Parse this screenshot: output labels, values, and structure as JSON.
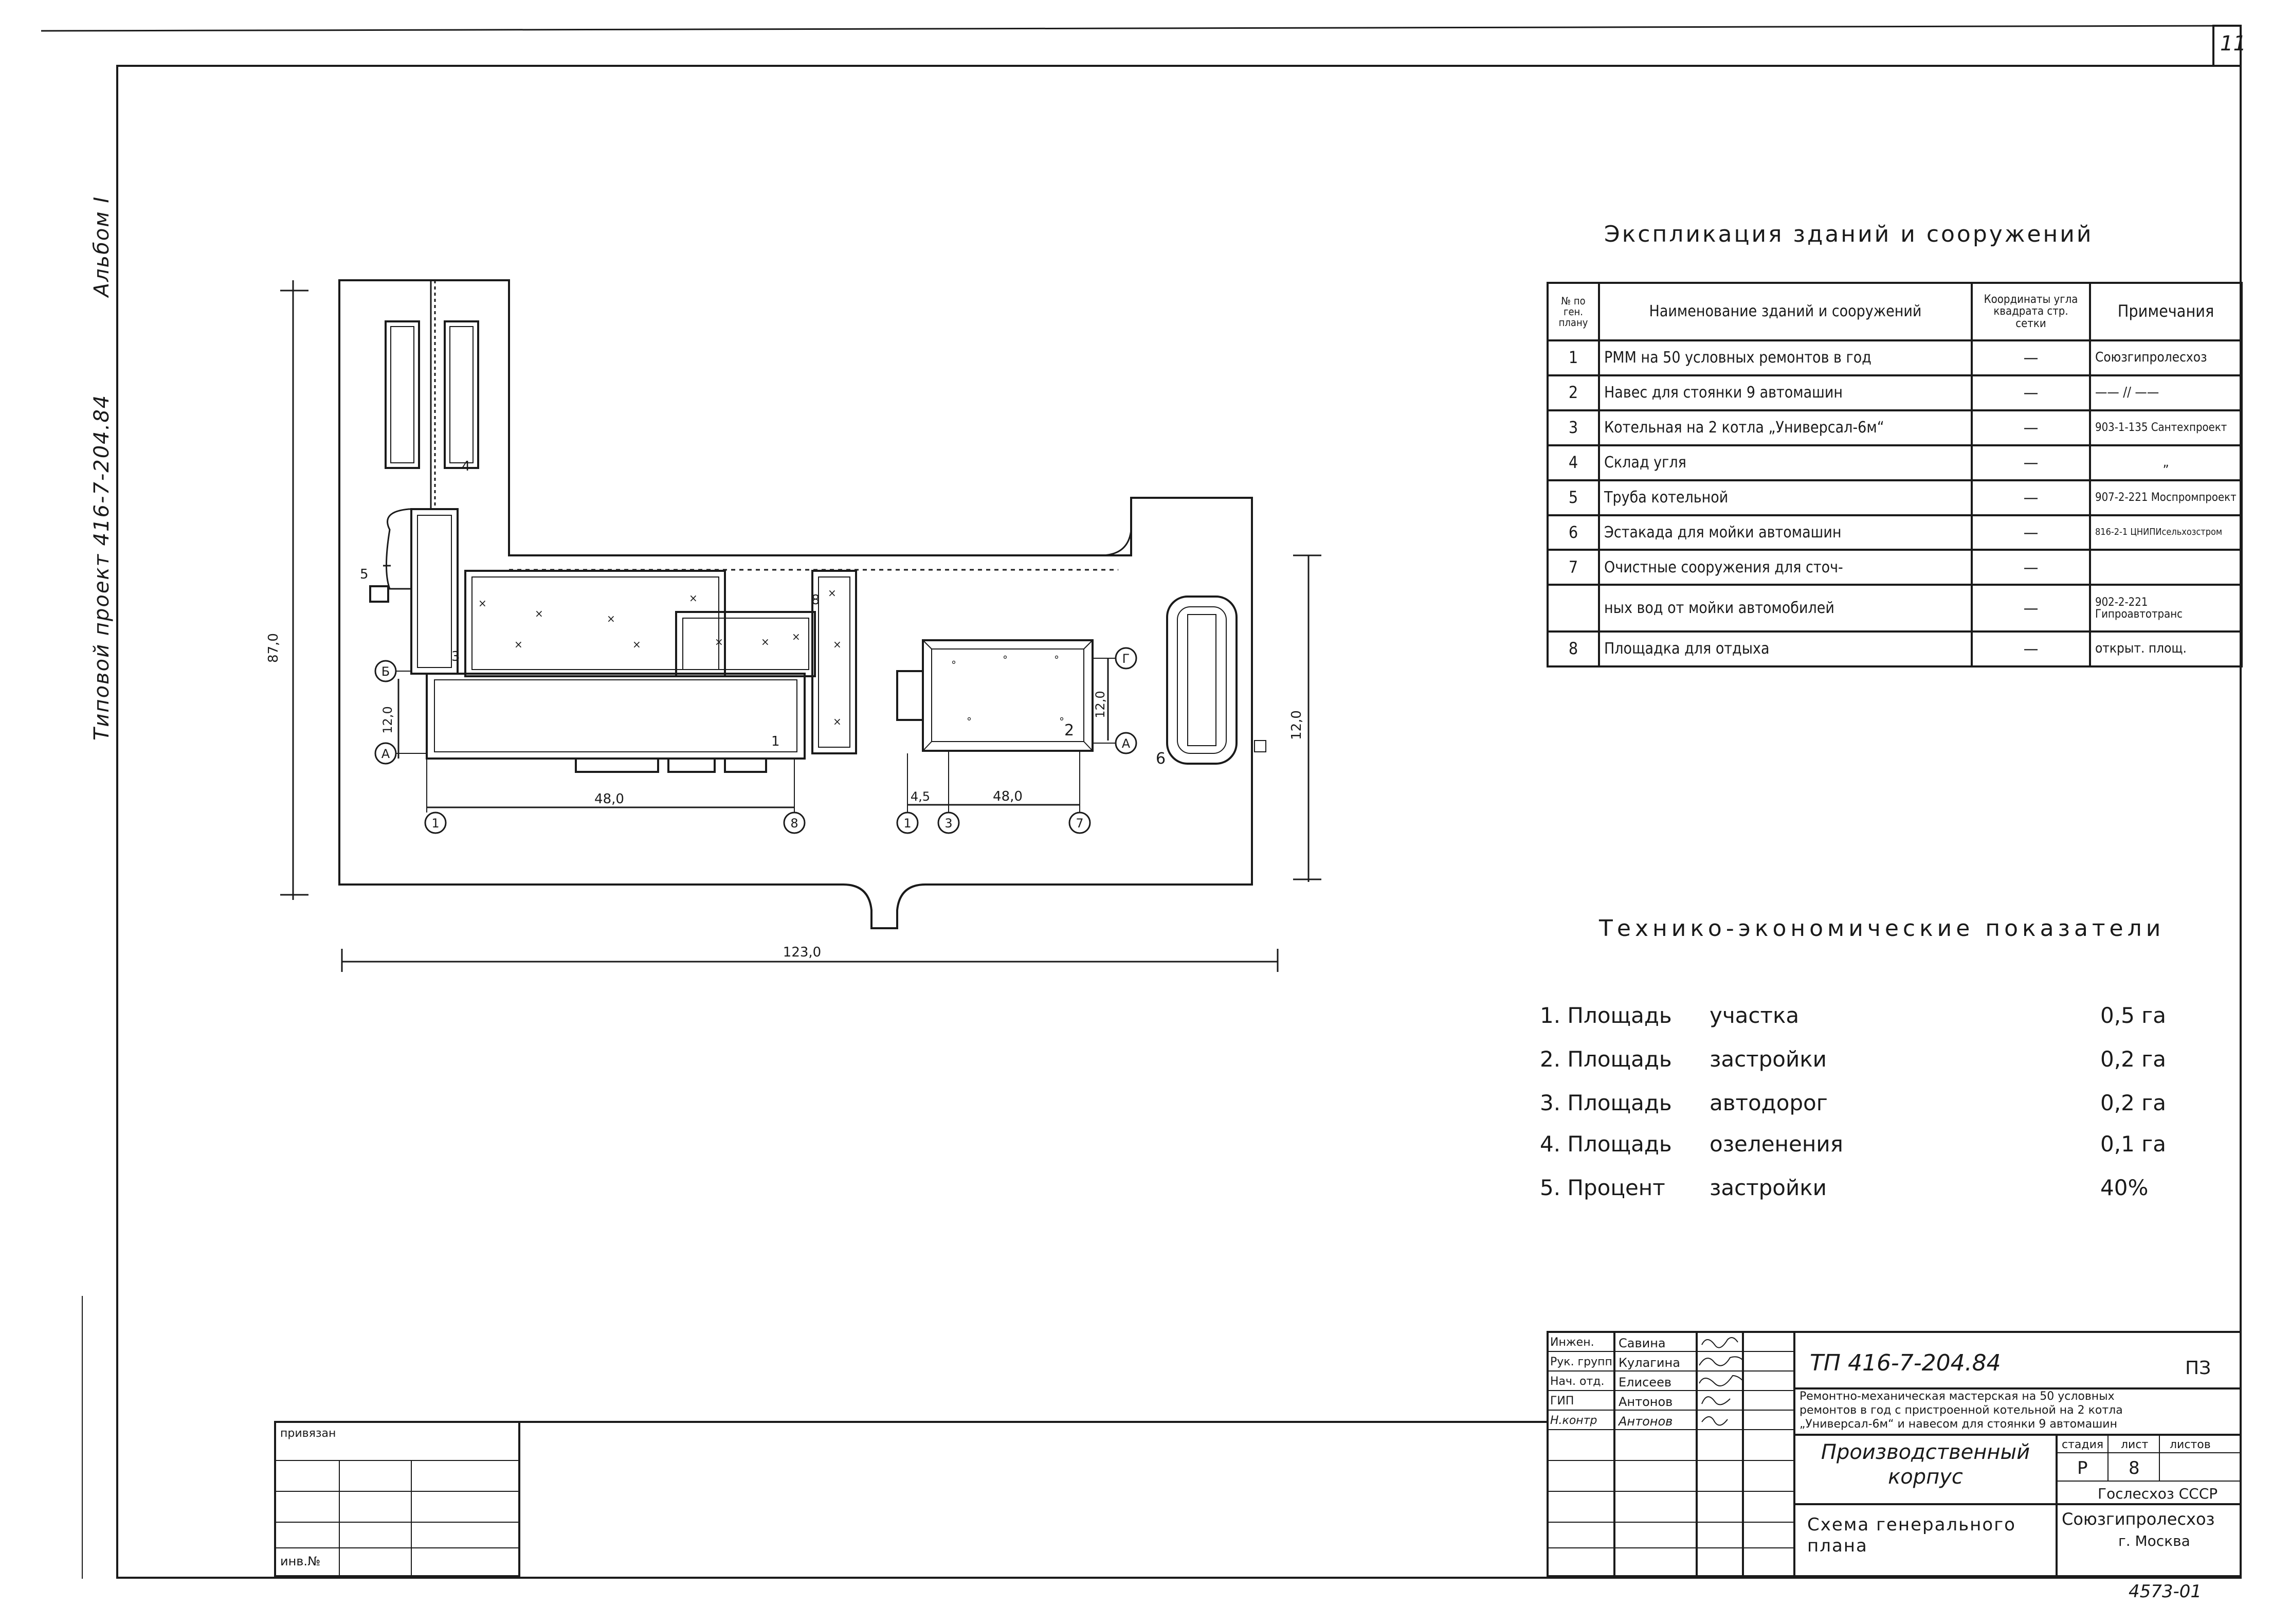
{
  "sheet": {
    "sheet_number": "11",
    "side_label_left": "Типовой проект 416-7-204.84",
    "side_label_right": "Альбом I",
    "inventory_label": "инв.№",
    "privyazan_label": "привязан",
    "code_bottom_right": "4573-01"
  },
  "plan": {
    "dim_total_width": "123,0",
    "dim_total_height": "87,0",
    "dim_right_height": "12,0",
    "dim_building1_width": "48,0",
    "dim_building1_height": "12,0",
    "dim_building2_width": "48,0",
    "dim_building2_offset": "4,5",
    "dim_building2_height": "12,0",
    "axis_A": "А",
    "axis_B": "Б",
    "axis_1": "1",
    "axis_8": "8",
    "axis_1b": "1",
    "axis_3": "3",
    "axis_7": "7",
    "axis_G": "Г",
    "axis_A2": "А",
    "label_1": "1",
    "label_2": "2",
    "label_3": "3",
    "label_4": "4",
    "label_5": "5",
    "label_6": "6",
    "label_8": "8"
  },
  "explication": {
    "title": "Экспликация зданий и сооружений",
    "headers": {
      "num": "№ по ген. плану",
      "name": "Наименование зданий и сооружений",
      "coords": "Координаты угла квадрата стр. сетки",
      "note": "Примечания"
    },
    "rows": [
      {
        "num": "1",
        "name": "РММ на 50 условных ремонтов в год",
        "coord": "—",
        "note": "Союзгипролесхоз"
      },
      {
        "num": "2",
        "name": "Навес для стоянки 9 автомашин",
        "coord": "—",
        "note": "—— // ——"
      },
      {
        "num": "3",
        "name": "Котельная на 2 котла „Универсал-6м“",
        "coord": "—",
        "note": "903-1-135 Сантехпроект"
      },
      {
        "num": "4",
        "name": "Склад угля",
        "coord": "—",
        "note": "„"
      },
      {
        "num": "5",
        "name": "Труба котельной",
        "coord": "—",
        "note": "907-2-221 Моспромпроект"
      },
      {
        "num": "6",
        "name": "Эстакада для мойки автомашин",
        "coord": "—",
        "note": "816-2-1 ЦНИПИсельхозстром"
      },
      {
        "num": "7",
        "name": "Очистные сооружения для сточ-",
        "coord": "—",
        "note": ""
      },
      {
        "num": "",
        "name": "ных вод от мойки автомобилей",
        "coord": "—",
        "note": "902-2-221 Гипроавтотранс"
      },
      {
        "num": "8",
        "name": "Площадка для отдыха",
        "coord": "—",
        "note": "открыт. площ."
      }
    ]
  },
  "indicators": {
    "title": "Технико-экономические показатели",
    "rows": [
      {
        "label": "1. Площадь",
        "item": "участка",
        "value": "0,5 га"
      },
      {
        "label": "2. Площадь",
        "item": "застройки",
        "value": "0,2 га"
      },
      {
        "label": "3. Площадь",
        "item": "автодорог",
        "value": "0,2 га"
      },
      {
        "label": "4. Площадь",
        "item": "озеленения",
        "value": "0,1 га"
      },
      {
        "label": "5. Процент",
        "item": "застройки",
        "value": "40%"
      }
    ]
  },
  "stamp": {
    "roles": [
      "Инжен.",
      "Рук. групп.",
      "Нач. отд.",
      "ГИП",
      "Н.контр"
    ],
    "names": [
      "Савина",
      "Кулагина",
      "Елисеев",
      "Антонов",
      "Антонов"
    ],
    "doc_code": "ТП 416-7-204.84",
    "section": "ПЗ",
    "description_1": "Ремонтно-механическая мастерская на 50 условных",
    "description_2": "ремонтов в год с пристроенной котельной на 2 котла",
    "description_3": "„Универсал-6м“ и навесом для стоянки 9 автомашин",
    "object_title": "Производственный корпус",
    "stage_header": "стадия",
    "sheet_header": "лист",
    "sheets_header": "листов",
    "stage_value": "Р",
    "sheet_value": "8",
    "drawing_title": "Схема генерального плана",
    "org_1": "Гослесхоз СССР",
    "org_2": "Союзгипролесхоз",
    "org_3": "г. Москва"
  }
}
